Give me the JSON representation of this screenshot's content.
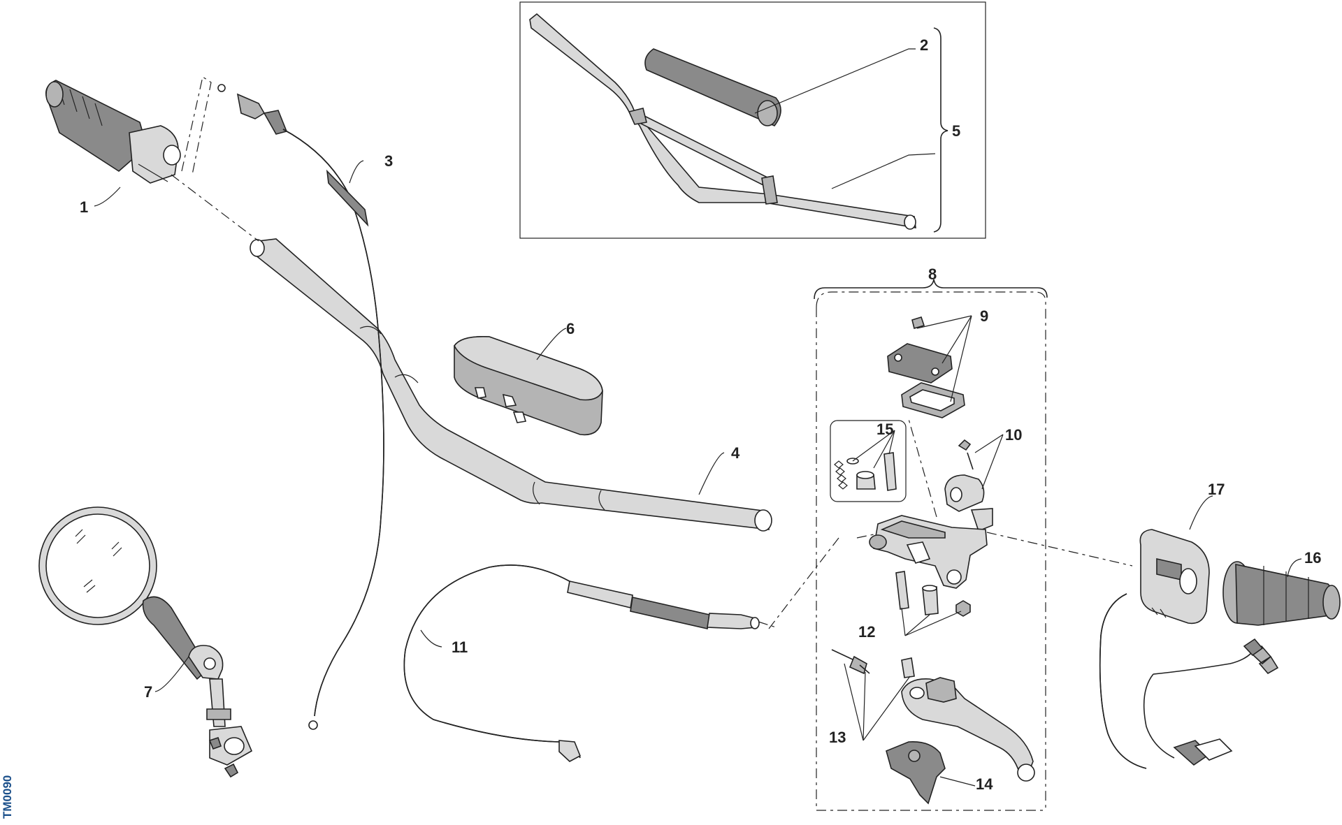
{
  "diagram": {
    "code": "TM0090",
    "callouts": {
      "c1": "1",
      "c2": "2",
      "c3": "3",
      "c4": "4",
      "c5": "5",
      "c6": "6",
      "c7": "7",
      "c8": "8",
      "c9": "9",
      "c10": "10",
      "c11": "11",
      "c12": "12",
      "c13": "13",
      "c14": "14",
      "c15": "15",
      "c16": "16",
      "c17": "17"
    }
  }
}
